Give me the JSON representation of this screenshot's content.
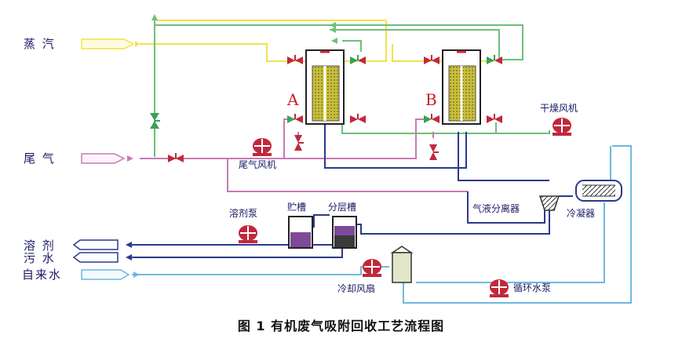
{
  "labels": {
    "steam": "蒸 汽",
    "tail_gas": "尾 气",
    "solvent": "溶 剂",
    "sewage": "污 水",
    "tap_water": "自来水",
    "adsorber_a": "A",
    "adsorber_b": "B",
    "drying_fan": "干燥风机",
    "tail_gas_fan": "尾气风机",
    "solvent_pump": "溶剂泵",
    "storage_tank": "贮槽",
    "separator_tank": "分层槽",
    "gas_liquid_separator": "气液分离器",
    "condenser": "冷凝器",
    "cooling_fan": "冷却风扇",
    "circulation_pump": "循环水泵"
  },
  "caption": "图 1 有机废气吸附回收工艺流程图",
  "colors": {
    "steam": "#f2e14a",
    "tail_gas": "#c77bb3",
    "green_line": "#6dc07a",
    "blue_line": "#6fb8e0",
    "navy_line": "#2b3a8c",
    "valve_red": "#c2283c",
    "valve_green": "#3aa05a",
    "adsorbent": "#b3a83a"
  }
}
